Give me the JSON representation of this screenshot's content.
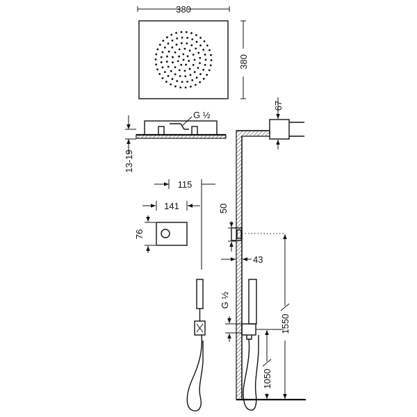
{
  "dimensions": {
    "head_width": "380",
    "head_height": "380",
    "arm_height": "67",
    "connection": "G ½",
    "recess": "13-19",
    "dim_115": "115",
    "dim_141": "141",
    "dim_50": "50",
    "dim_76": "76",
    "dim_43": "43",
    "inlet": "G ½",
    "height_1550": "1550",
    "height_1050": "1050"
  }
}
